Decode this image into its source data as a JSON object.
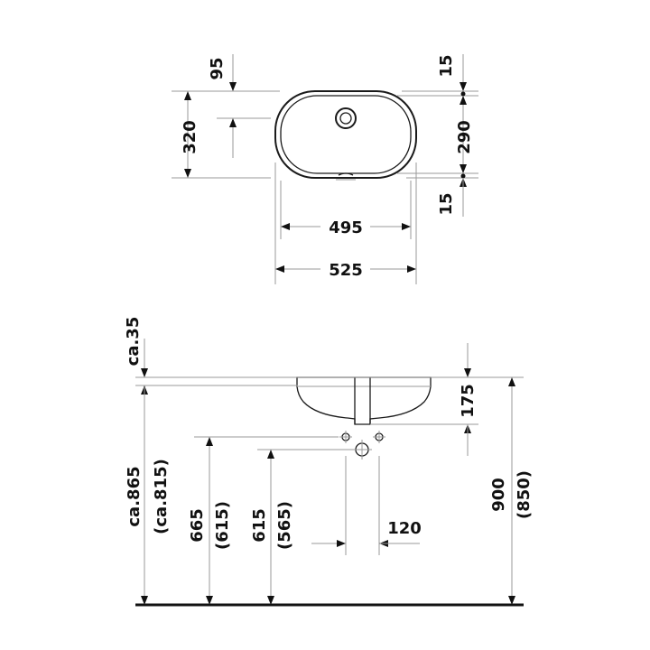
{
  "top_view": {
    "dims": {
      "gap_top": "15",
      "gap_bottom": "15",
      "outer_depth": "320",
      "inner_depth": "290",
      "tap_offset": "95",
      "inner_width": "495",
      "outer_width": "525"
    }
  },
  "side_view": {
    "dims": {
      "flange": "ca.35",
      "basin_depth": "175",
      "rim_height_a": "ca.865",
      "rim_height_b": "(ca.815)",
      "drain_height_a": "665",
      "drain_height_b": "(615)",
      "supply_height_a": "615",
      "supply_height_b": "(565)",
      "total_height_a": "900",
      "total_height_b": "(850)",
      "supply_spacing": "120"
    }
  }
}
